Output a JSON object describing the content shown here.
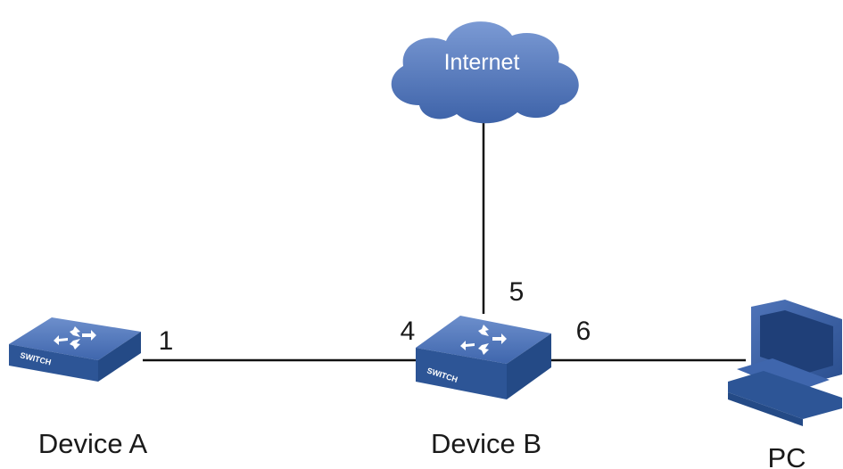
{
  "cloud": {
    "label": "Internet",
    "icon": "cloud-icon",
    "color": "#4a72b8"
  },
  "devices": {
    "device_a": {
      "label": "Device A",
      "icon": "switch-icon",
      "switch_text": "SWITCH"
    },
    "device_b": {
      "label": "Device B",
      "icon": "switch-icon",
      "switch_text": "SWITCH"
    },
    "pc": {
      "label": "PC",
      "icon": "pc-icon"
    }
  },
  "ports": {
    "device_a_port": "1",
    "device_b_left_port": "4",
    "device_b_top_port": "5",
    "device_b_right_port": "6"
  },
  "colors": {
    "switch_top": "#4a72b8",
    "switch_side": "#2d5596",
    "link": "#111111"
  }
}
